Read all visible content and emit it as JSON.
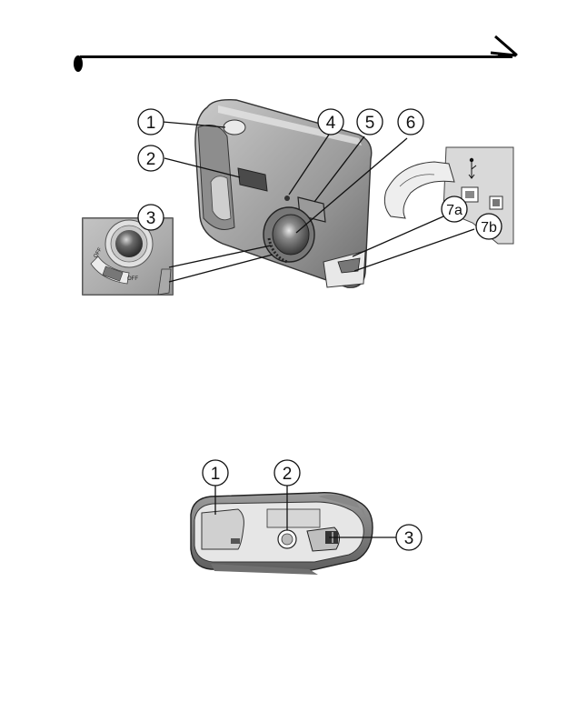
{
  "figure_front": {
    "callouts": [
      "1",
      "2",
      "3",
      "4",
      "5",
      "6",
      "7a",
      "7b"
    ],
    "switch_label_left": "OFF",
    "switch_label_right": "OFF"
  },
  "figure_bottom": {
    "callouts": [
      "1",
      "2",
      "3"
    ]
  },
  "colors": {
    "ink": "#111111",
    "body_dark": "#7a7a7a",
    "body_mid": "#a8a8a8",
    "body_light": "#d6d6d6",
    "lens": "#5a5a5a",
    "inset_bg": "#bdbdbd"
  }
}
